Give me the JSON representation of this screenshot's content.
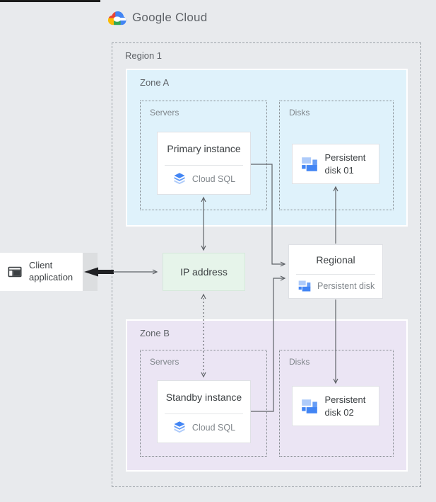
{
  "logo": {
    "label": "Google Cloud",
    "icon": "google-cloud-logo"
  },
  "region": {
    "label": "Region 1"
  },
  "zone_a": {
    "label": "Zone A",
    "servers_label": "Servers",
    "disks_label": "Disks",
    "instance": {
      "title": "Primary instance",
      "product": "Cloud SQL",
      "icon": "cloud-sql-icon"
    },
    "disk_label": "Persistent disk 01"
  },
  "zone_b": {
    "label": "Zone B",
    "servers_label": "Servers",
    "disks_label": "Disks",
    "instance": {
      "title": "Standby instance",
      "product": "Cloud SQL",
      "icon": "cloud-sql-icon"
    },
    "disk_label": "Persistent disk 02"
  },
  "regional_disk": {
    "title": "Regional",
    "subtitle": "Persistent disk",
    "icon": "persistent-disk-icon"
  },
  "ip": {
    "label": "IP address"
  },
  "client": {
    "label": "Client application",
    "icon": "client-app-icon"
  },
  "colors": {
    "page_bg": "#e8eaed",
    "zone_a_bg": "#dff2fb",
    "zone_b_bg": "#ebe5f4",
    "ip_bg": "#e6f4ea",
    "client_strip_bg": "#dcdee0",
    "connector": "#5f6368",
    "accent_blue": "#4285f4",
    "accent_blue_mid": "#669df6",
    "accent_blue_light": "#aecbfa"
  }
}
